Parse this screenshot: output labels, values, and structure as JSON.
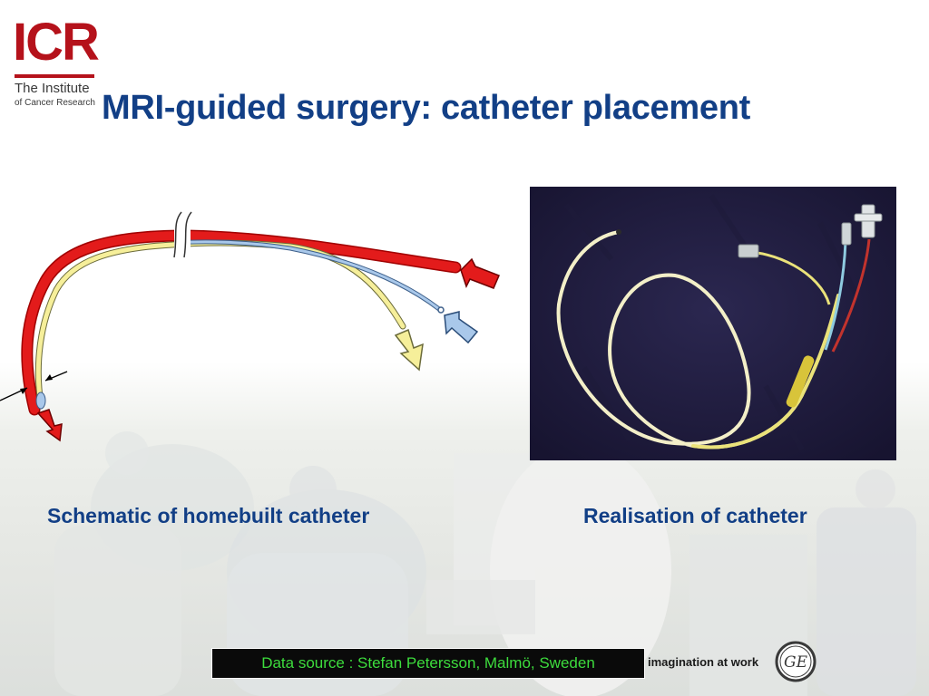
{
  "logo": {
    "mark": "ICR",
    "line1": "The Institute",
    "line2": "of Cancer Research"
  },
  "title": "MRI-guided surgery: catheter placement",
  "captions": {
    "left": "Schematic of homebuilt catheter",
    "right": "Realisation of catheter"
  },
  "source": "Data source :  Stefan Petersson, Malmö, Sweden",
  "footer": {
    "tagline": "imagination at work",
    "ge_mark": "GE"
  },
  "colors": {
    "title": "#123f86",
    "logo_red": "#b5121b",
    "catheter_red": "#e31b1b",
    "catheter_blue": "#a9c8ea",
    "catheter_yellow": "#f6ef9a",
    "source_text": "#3ddc3d"
  },
  "icons": [
    "arrow-red-in-icon",
    "arrow-blue-in-icon",
    "arrow-yellow-out-icon",
    "arrow-red-out-icon",
    "ge-logo-icon"
  ]
}
